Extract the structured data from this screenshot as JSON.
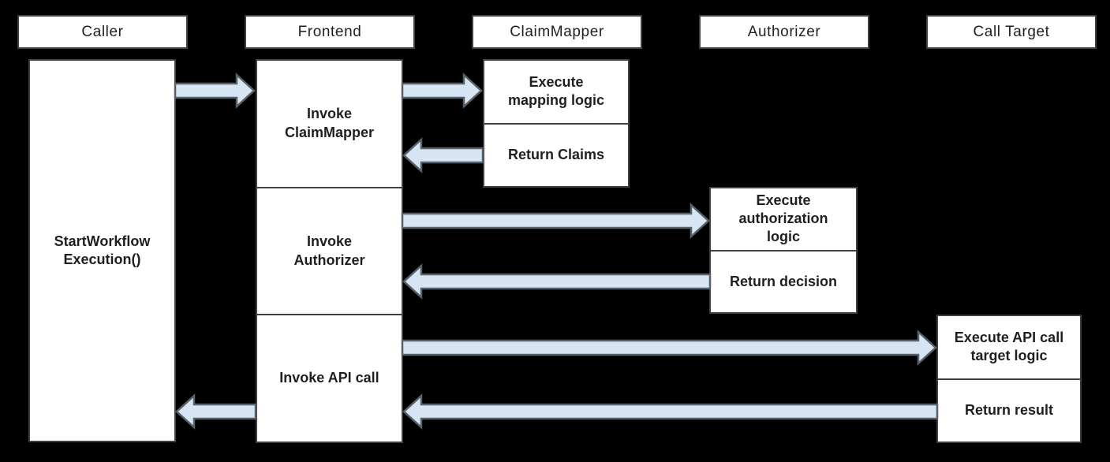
{
  "colors": {
    "background": "#000000",
    "box_fill": "#ffffff",
    "box_border": "#3e4044",
    "arrow_fill": "#d6e4f4",
    "arrow_border": "#586069",
    "text": "#1f1f1f"
  },
  "lanes": [
    {
      "header": "Caller"
    },
    {
      "header": "Frontend"
    },
    {
      "header": "ClaimMapper"
    },
    {
      "header": "Authorizer"
    },
    {
      "header": "Call Target"
    }
  ],
  "activations": {
    "caller": {
      "label": "StartWorkflow\nExecution()"
    },
    "frontend": {
      "segments": [
        "Invoke\nClaimMapper",
        "Invoke\nAuthorizer",
        "Invoke API call"
      ]
    },
    "claimmapper": {
      "segments": [
        "Execute\nmapping logic",
        "Return Claims"
      ]
    },
    "authorizer": {
      "segments": [
        "Execute\nauthorization\nlogic",
        "Return decision"
      ]
    },
    "calltarget": {
      "segments": [
        "Execute API call\ntarget logic",
        "Return result"
      ]
    }
  },
  "messages": [
    {
      "from": "Caller",
      "to": "Frontend",
      "direction": "right"
    },
    {
      "from": "Frontend",
      "to": "ClaimMapper",
      "direction": "right"
    },
    {
      "from": "ClaimMapper",
      "to": "Frontend",
      "direction": "left"
    },
    {
      "from": "Frontend",
      "to": "Authorizer",
      "direction": "right"
    },
    {
      "from": "Authorizer",
      "to": "Frontend",
      "direction": "left"
    },
    {
      "from": "Frontend",
      "to": "Call Target",
      "direction": "right"
    },
    {
      "from": "Call Target",
      "to": "Frontend",
      "direction": "left"
    },
    {
      "from": "Frontend",
      "to": "Caller",
      "direction": "left"
    }
  ]
}
